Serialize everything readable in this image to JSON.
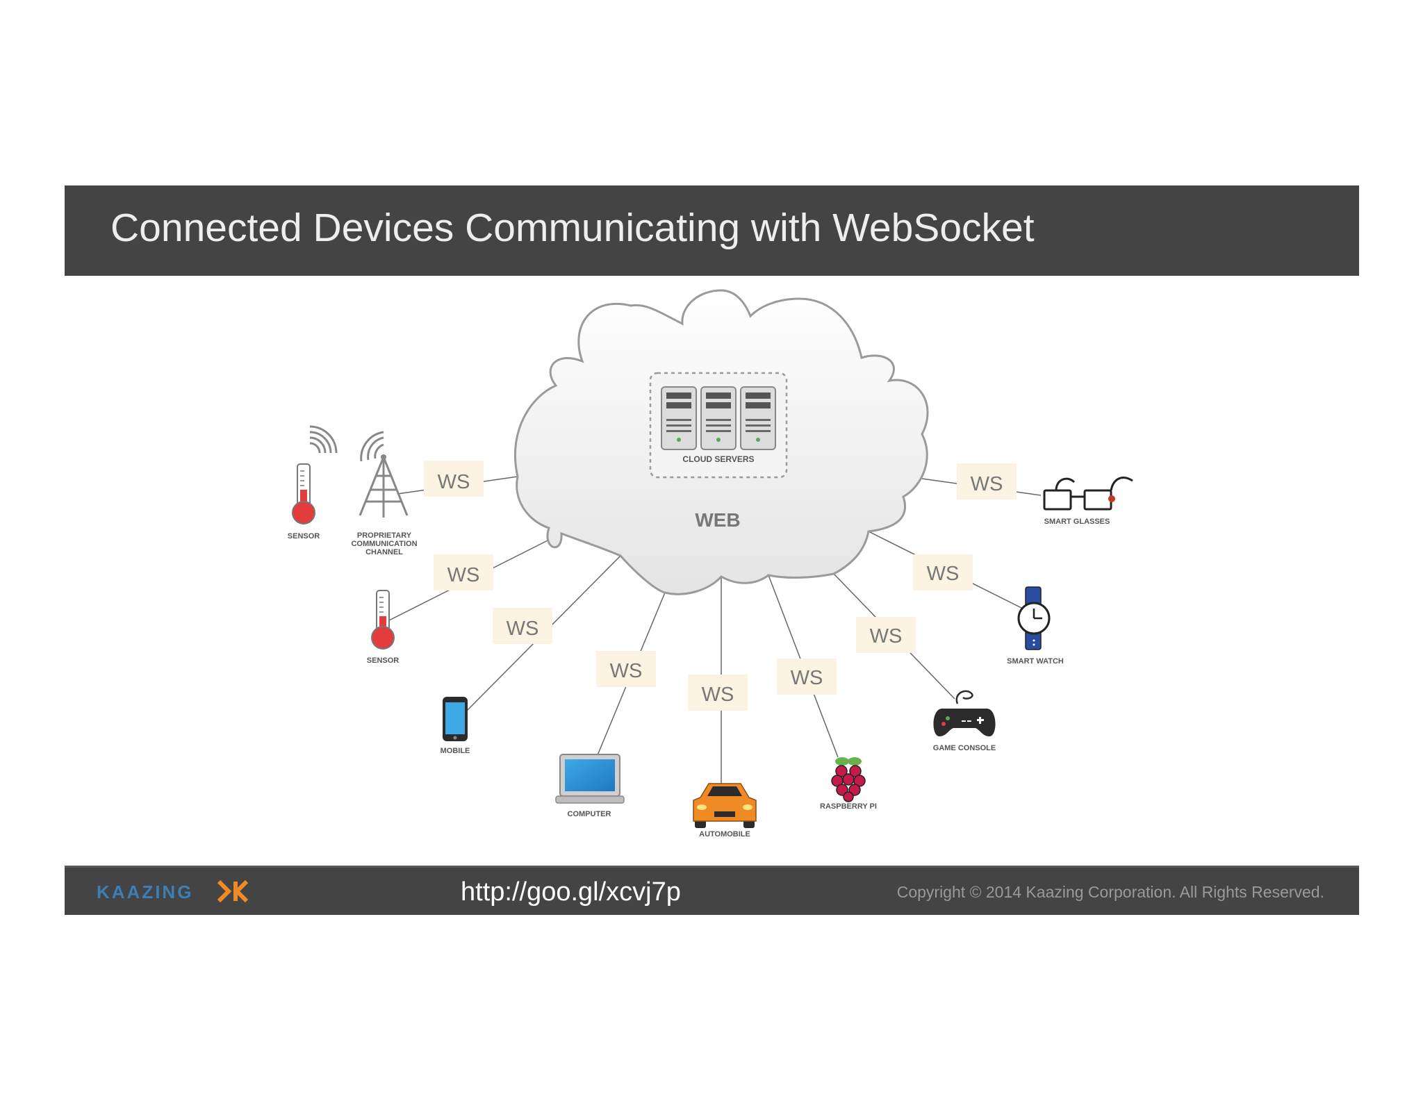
{
  "title": "Connected Devices Communicating with WebSocket",
  "diagram": {
    "cloud_label": "WEB",
    "servers_label": "CLOUD SERVERS",
    "connection_label": "WS",
    "devices": {
      "sensor_top": "SENSOR",
      "tower_line1": "PROPRIETARY",
      "tower_line2": "COMMUNICATION",
      "tower_line3": "CHANNEL",
      "sensor_mid": "SENSOR",
      "mobile": "MOBILE",
      "computer": "COMPUTER",
      "automobile": "AUTOMOBILE",
      "raspberry": "RASPBERRY PI",
      "game_console": "GAME CONSOLE",
      "smart_watch": "SMART WATCH",
      "smart_glasses": "SMART GLASSES"
    }
  },
  "footer": {
    "logo_text": "KAAZING",
    "url": "http://goo.gl/xcvj7p",
    "copyright": "Copyright © 2014 Kaazing Corporation. All Rights Reserved."
  },
  "colors": {
    "header_bg": "#444444",
    "ws_box": "#fdf3e3",
    "logo_blue": "#3c7fb7",
    "logo_orange": "#f08a24"
  }
}
